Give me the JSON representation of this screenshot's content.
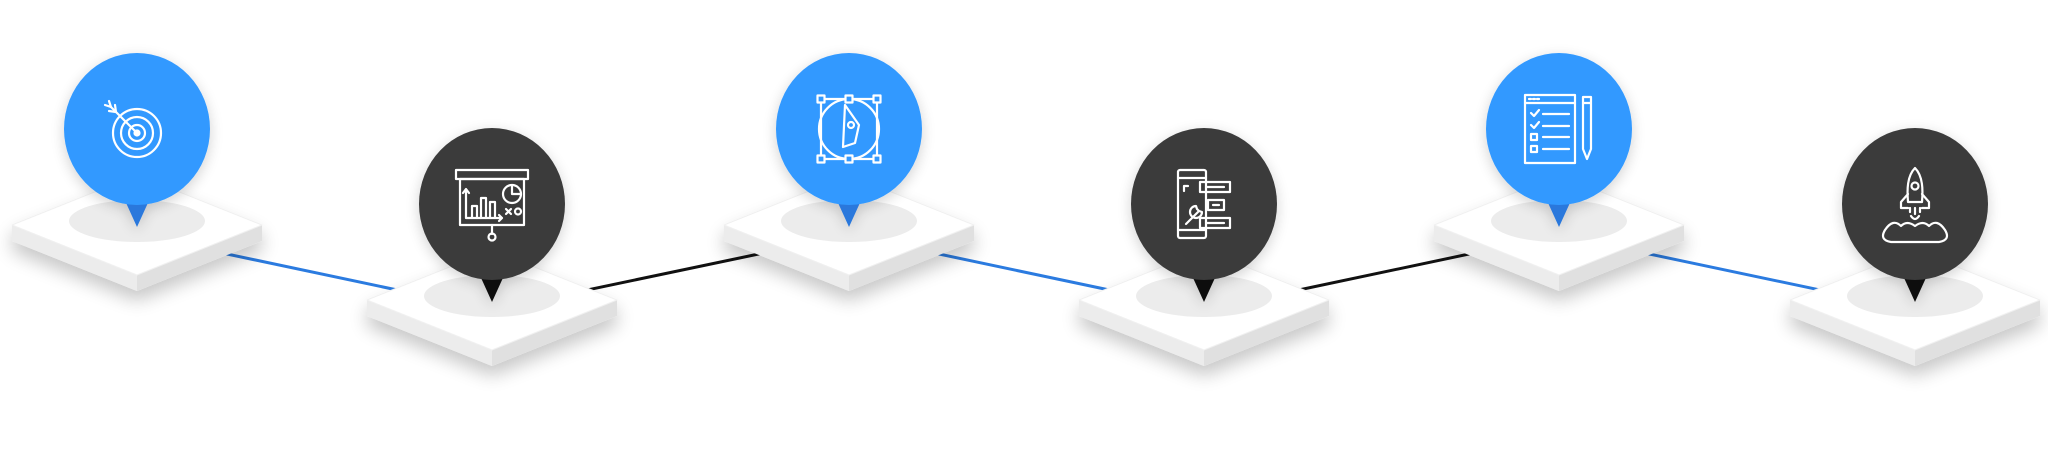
{
  "colors": {
    "blue": "#3399ff",
    "blue_pointer": "#2a78dc",
    "dark": "#3b3b3b",
    "dark_pointer": "#111111",
    "connector_blue": "#2b7be0",
    "connector_dark": "#111111",
    "platform_top": "#ffffff",
    "platform_side_left": "#ececec",
    "platform_side_right": "#e0e0e0",
    "platform_spot": "#ececec",
    "icon_stroke": "#ffffff"
  },
  "steps": [
    {
      "icon": "target-icon",
      "color": "blue",
      "level": "high"
    },
    {
      "icon": "presentation-chart-icon",
      "color": "dark",
      "level": "low"
    },
    {
      "icon": "pen-tool-design-icon",
      "color": "blue",
      "level": "high"
    },
    {
      "icon": "mobile-settings-icon",
      "color": "dark",
      "level": "low"
    },
    {
      "icon": "checklist-pencil-icon",
      "color": "blue",
      "level": "high"
    },
    {
      "icon": "rocket-launch-icon",
      "color": "dark",
      "level": "low"
    }
  ],
  "connectors": [
    {
      "from": 1,
      "to": 2,
      "color": "connector_blue"
    },
    {
      "from": 2,
      "to": 3,
      "color": "connector_dark"
    },
    {
      "from": 3,
      "to": 4,
      "color": "connector_blue"
    },
    {
      "from": 4,
      "to": 5,
      "color": "connector_dark"
    },
    {
      "from": 5,
      "to": 6,
      "color": "connector_blue"
    }
  ]
}
